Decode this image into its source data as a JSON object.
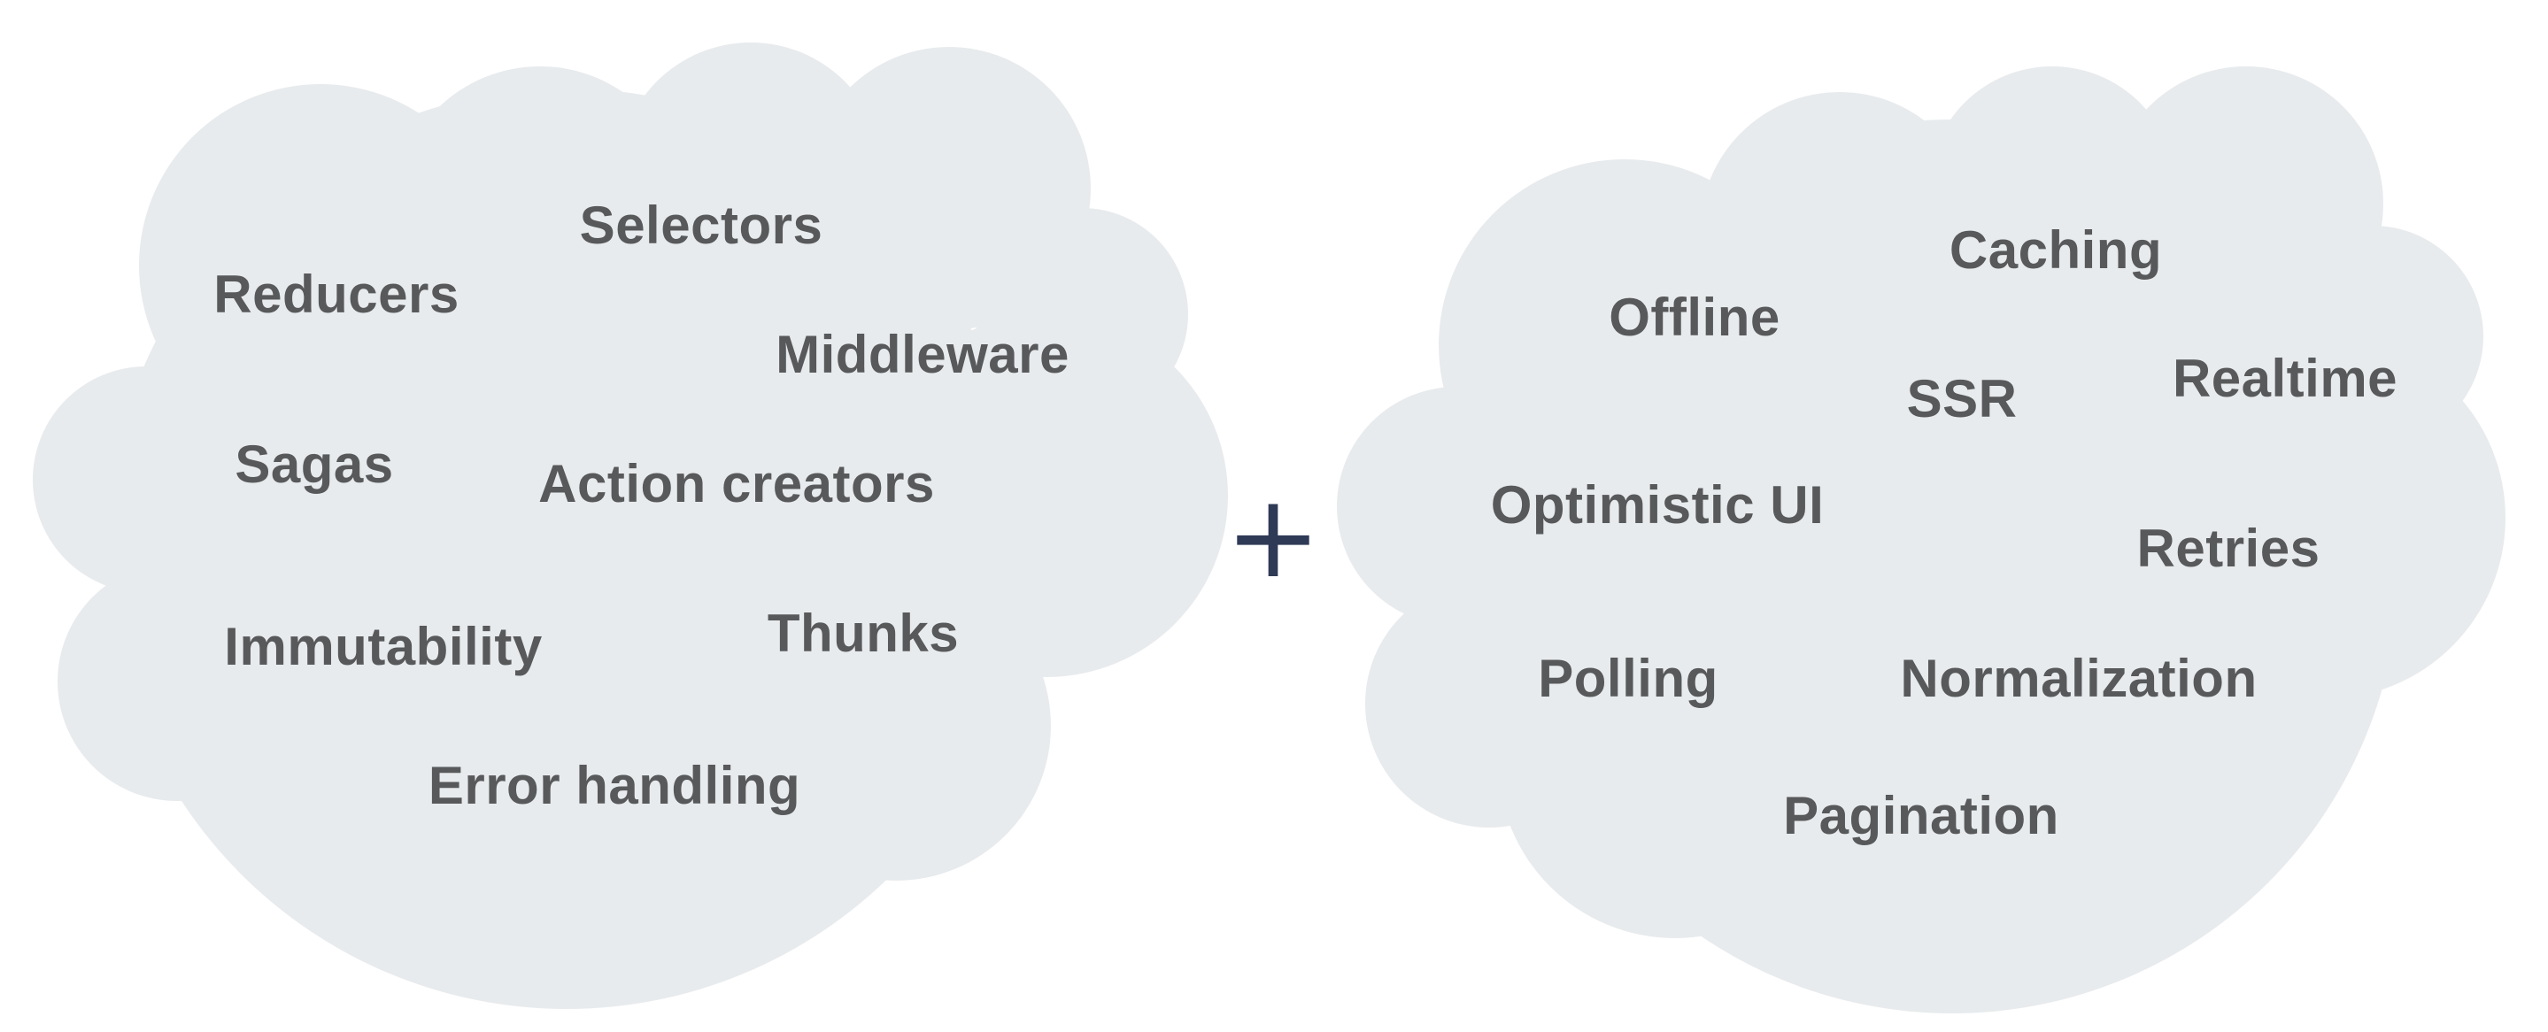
{
  "left_cloud": {
    "terms": [
      "Selectors",
      "Reducers",
      "Middleware",
      "Sagas",
      "Action creators",
      "Immutability",
      "Thunks",
      "Error handling"
    ]
  },
  "operator": "+",
  "right_cloud": {
    "terms": [
      "Caching",
      "Offline",
      "SSR",
      "Realtime",
      "Optimistic UI",
      "Retries",
      "Polling",
      "Normalization",
      "Pagination"
    ]
  },
  "colors": {
    "cloud_fill": "#e8ebed",
    "term_text": "#58595b",
    "operator": "#2f3a56",
    "background": "#ffffff"
  }
}
